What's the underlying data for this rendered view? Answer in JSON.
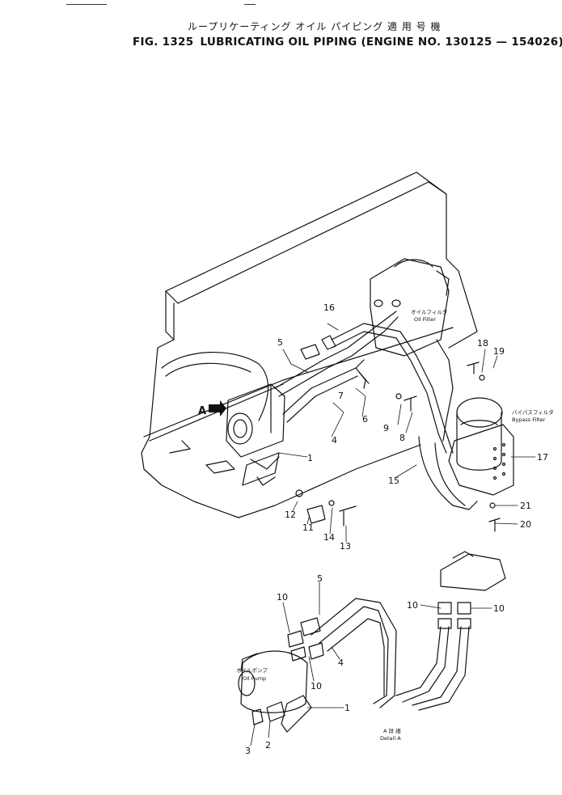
{
  "header": {
    "title_jp": "ループリケーティング オイル パイピング 適 用 号 機",
    "fig_no": "FIG. 1325",
    "title_en": "LUBRICATING OIL PIPING (ENGINE NO. 130125 — 154026)"
  },
  "labels": {
    "oil_filter_jp": "オイルフィルタ",
    "oil_filter_en": "Oil Filter",
    "bypass_filter_jp": "バイパスフィルタ",
    "bypass_filter_en": "Bypass Filter",
    "oil_pump_jp": "オイルポンプ",
    "oil_pump_en": "Oil Pump",
    "detail_jp": "A 詳 細",
    "detail_en": "Detail A",
    "view_marker": "A"
  },
  "callouts_main": [
    "1",
    "4",
    "5",
    "6",
    "7",
    "8",
    "9",
    "11",
    "12",
    "13",
    "14",
    "15",
    "16",
    "17",
    "18",
    "19",
    "20",
    "21"
  ],
  "callouts_detail": [
    "1",
    "2",
    "3",
    "4",
    "5",
    "10",
    "10",
    "10",
    "10"
  ]
}
